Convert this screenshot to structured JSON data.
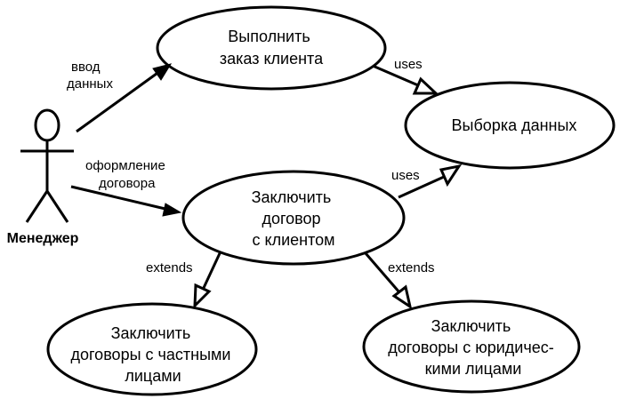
{
  "actor": {
    "label": "Менеджер"
  },
  "use_cases": {
    "execute_order": [
      "Выполнить",
      "заказ клиента"
    ],
    "data_selection": [
      "Выборка данных"
    ],
    "conclude_contract": [
      "Заключить",
      "договор",
      "с клиентом"
    ],
    "private_contracts": [
      "Заключить",
      "договоры с частными",
      "лицами"
    ],
    "legal_contracts": [
      "Заключить",
      "договоры с юридичес-",
      "кими лицами"
    ]
  },
  "relations": {
    "data_entry": [
      "ввод",
      "данных"
    ],
    "contract_registration": [
      "оформление",
      "договора"
    ],
    "uses_top": "uses",
    "uses_bottom": "uses",
    "extends_left": "extends",
    "extends_right": "extends"
  }
}
